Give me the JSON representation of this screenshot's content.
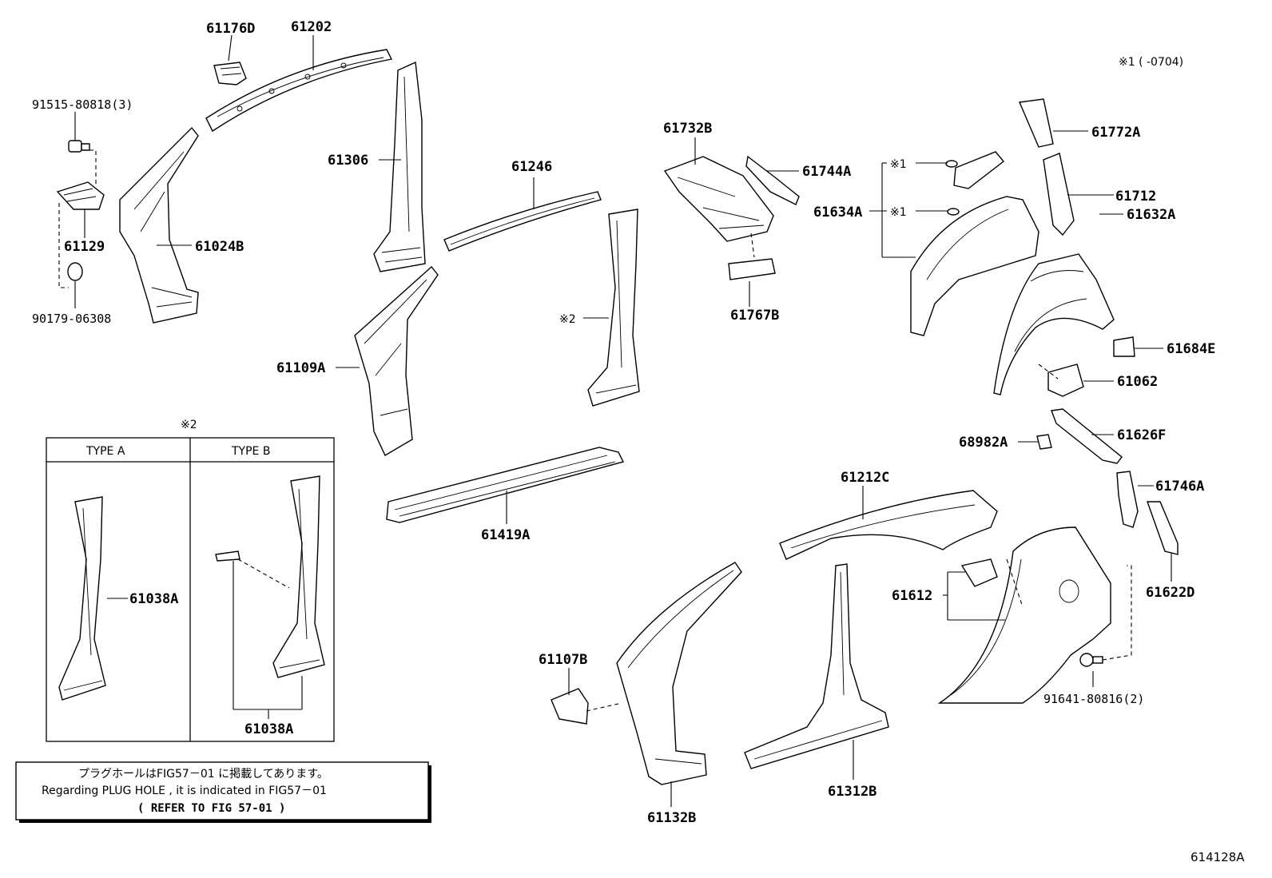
{
  "diagram": {
    "figure_code": "614128A",
    "note_applicability": "※1 (    -0704)",
    "parts": {
      "p61176D": "61176D",
      "p61202": "61202",
      "p91515": "91515-80818(3)",
      "p61306": "61306",
      "p61129": "61129",
      "p61024B": "61024B",
      "p90179": "90179-06308",
      "p61246": "61246",
      "p61732B": "61732B",
      "p61744A": "61744A",
      "p61767B": "61767B",
      "p61772A": "61772A",
      "p61712": "61712",
      "p61634A": "61634A",
      "p61632A": "61632A",
      "p61684E": "61684E",
      "p61062": "61062",
      "p61626F": "61626F",
      "p68982A": "68982A",
      "p61746A": "61746A",
      "p61622D": "61622D",
      "p61109A": "61109A",
      "p61419A": "61419A",
      "p61212C": "61212C",
      "p61612": "61612",
      "p61107B": "61107B",
      "p61132B": "61132B",
      "p61312B": "61312B",
      "p91641": "91641-80816(2)",
      "p61038A_a": "61038A",
      "p61038A_b": "61038A"
    },
    "markers": {
      "ref2_pillar": "※2",
      "ref1_upper": "※1",
      "ref1_lower": "※1",
      "ref2_box": "※2"
    },
    "type_box": {
      "type_a": "TYPE  A",
      "type_b": "TYPE  B"
    },
    "note_box": {
      "line_jp": "プラグホールはFIG57－01 に掲載してあります。",
      "line_en": "Regarding PLUG HOLE , it is indicated in FIG57－01",
      "line_ref": "(  REFER TO FIG 57-01 )"
    }
  }
}
